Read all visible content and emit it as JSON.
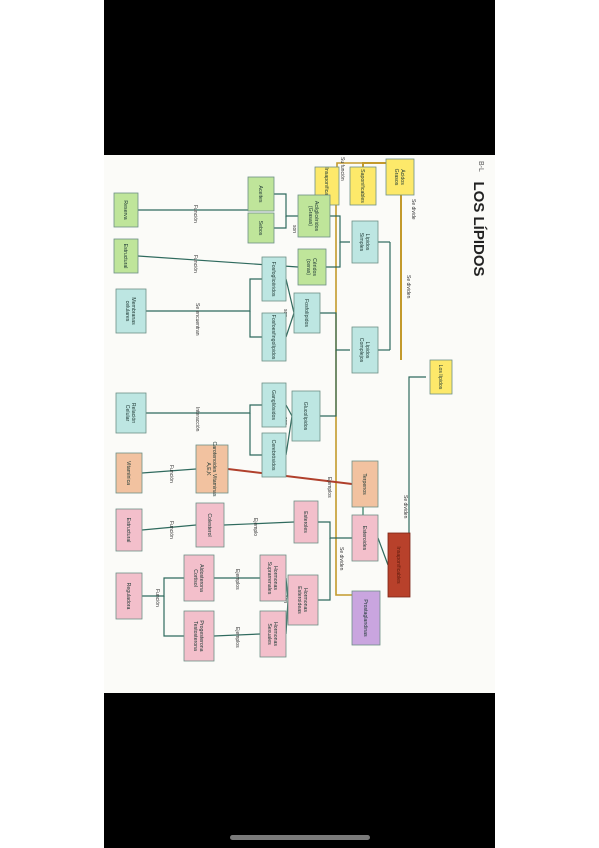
{
  "header": {
    "title": "LOS LÍPIDOS",
    "corner_note": "B-L"
  },
  "nodes": {
    "lipidos": "Los lípidos",
    "saponificables": "Saponificables",
    "insaponificables": "Insaponificables",
    "acidos_grasos": "Ácidos Grasos",
    "lipidos_simples": "Lípidos Simples",
    "lipidos_complejos": "Lípidos Complejos",
    "acilgliceridos": "Acilglicéridos (Grasas)",
    "ceridos": "Céridos (ceras)",
    "aceites": "Aceites",
    "sebos": "Sebos",
    "reserva": "Reserva",
    "estructural_1": "Estructural",
    "fosfolipidos": "Fosfolípidos",
    "fosfogliceridos": "Fosfoglicéridos",
    "fosfoesfingolipidos": "Fosfoesfingolípidos",
    "glucolipidos": "Glucolípidos",
    "gangliosidos": "Gangliósidos",
    "cerebrosidos": "Cerebrósidos",
    "membranas": "Membranas celulares",
    "relacion": "Relación Celular",
    "terpenos": "Terpenos",
    "carotenoides": "Carotenoides Vitaminas A,E,K",
    "vitaminica": "Vitamínica",
    "esteroides": "Esteroides",
    "esteroles": "Esteroles",
    "colesterol": "Colesterol",
    "estructural_2": "Estructural",
    "hormonas_esteroideas": "Hormonas Esteroideas",
    "hormonas_suprarrenales": "Hormonas Suprarrenales",
    "hormonas_sexuales": "Hormonas Sexuales",
    "aldosterona": "Aldosterona Cortisol",
    "progesterona": "Progesterona Testosterona",
    "reguladora": "Reguladora",
    "prostaglandinas": "Prostaglandinas"
  },
  "connectors": {
    "se_dividen": "Se dividen",
    "se_divide": "Se divide",
    "su_funcion": "Su función",
    "formados_por": "Formados por",
    "son": "son",
    "funcion": "Función",
    "se_encuentran": "Se encuentran",
    "interaccion": "Interacción",
    "ejemplos": "Ejemplos",
    "ejemplo": "Ejemplo",
    "se_dividen_2": "Se dividen",
    "se_dividen_3": "Se dividen"
  },
  "colors": {
    "yellow": "#fde96a",
    "green": "#bfe59a",
    "teal": "#bde6e2",
    "salmon": "#f2c2a0",
    "pink": "#f3bfcb",
    "purple": "#c9a5df",
    "red": "#b8412b",
    "line_dark": "#2f6a5e",
    "line_gold": "#c39a2c",
    "line_red": "#b0402c",
    "line_green": "#4d8c76"
  }
}
